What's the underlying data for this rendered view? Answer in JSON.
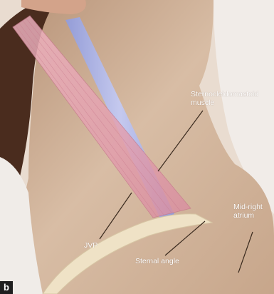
{
  "labels": {
    "scm_line1": "Sternocleidomastoid",
    "scm_line2": "muscle",
    "atrium_line1": "Mid-right",
    "atrium_line2": "atrium",
    "jvp": "JVP",
    "sternal": "Sternal angle"
  },
  "panel_letter": "b",
  "colors": {
    "skin": "#dcc1a8",
    "muscle": "#e9a6b6",
    "vein": "#a8b4ee",
    "bone": "#efe2c6",
    "pointer": "#3a2a1e"
  }
}
